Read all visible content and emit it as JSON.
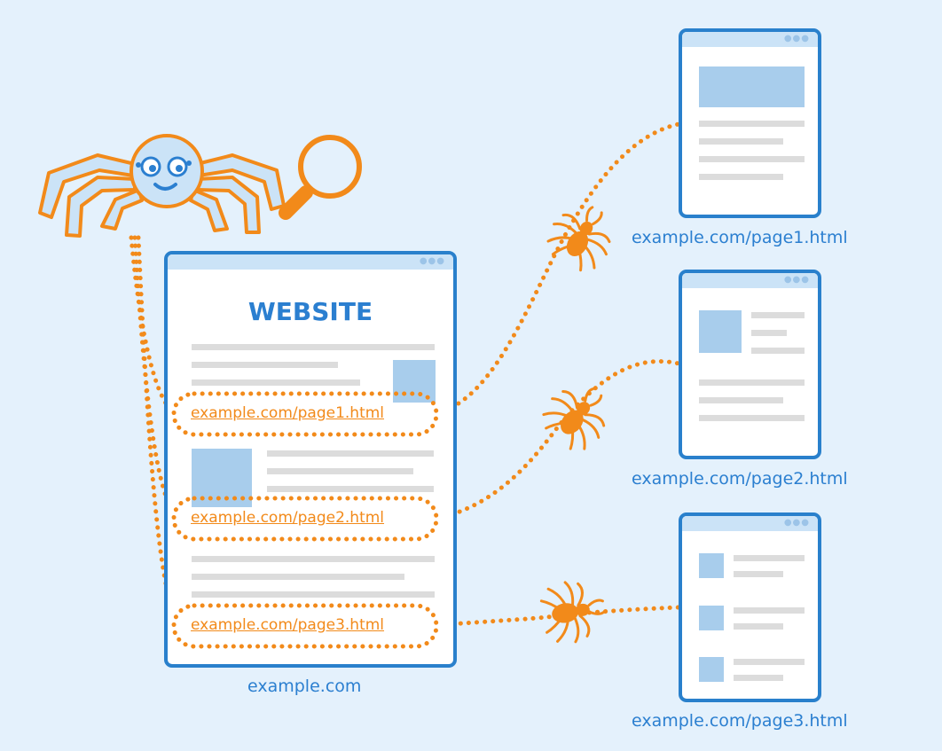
{
  "main_site": {
    "title": "WEBSITE",
    "caption": "example.com",
    "links": [
      "example.com/page1.html",
      "example.com/page2.html",
      "example.com/page3.html"
    ]
  },
  "pages": [
    {
      "caption": "example.com/page1.html"
    },
    {
      "caption": "example.com/page2.html"
    },
    {
      "caption": "example.com/page3.html"
    }
  ],
  "colors": {
    "background": "#e4f1fc",
    "window_border": "#2980cc",
    "window_bar": "#cbe3f7",
    "accent_orange": "#f28a1a",
    "text_blue": "#2b7fd0",
    "placeholder_image": "#a8cdec",
    "placeholder_line": "#dcdcdc"
  },
  "icons": [
    "spider-crawler-icon",
    "magnifying-glass-icon",
    "crawler-bug-icon"
  ]
}
